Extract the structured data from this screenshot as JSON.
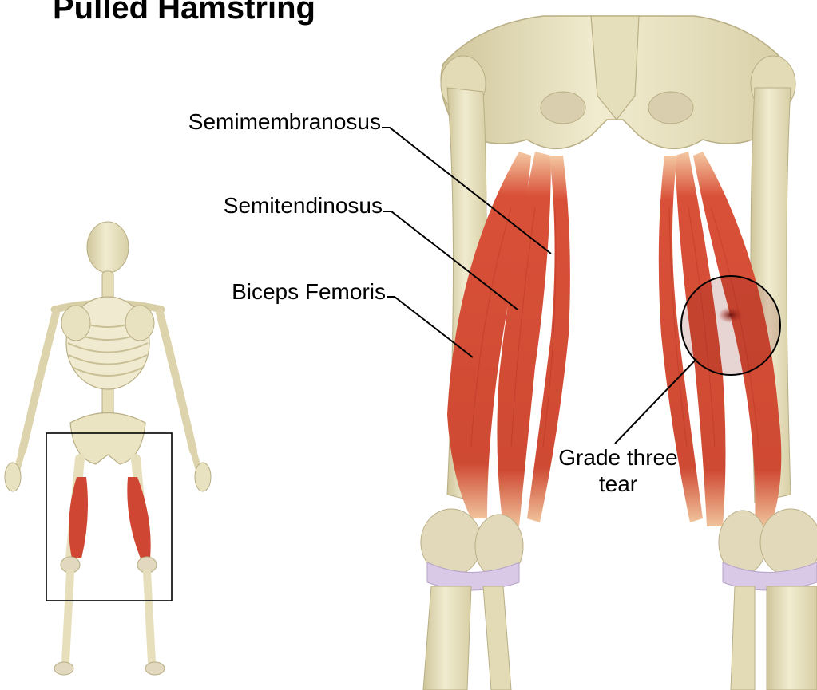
{
  "title": "Pulled Hamstring",
  "labels": {
    "semimembranosus": "Semimembranosus",
    "semitendinosus": "Semitendinosus",
    "biceps_femoris": "Biceps Femoris",
    "tear_line1": "Grade three",
    "tear_line2": "tear"
  },
  "colors": {
    "bone": "#ece6c3",
    "bone_shadow": "#cfc59a",
    "cartilage": "#d9c8e6",
    "muscle": "#d34a33",
    "muscle_dark": "#a8281d",
    "tendon": "#f2c4a0"
  }
}
